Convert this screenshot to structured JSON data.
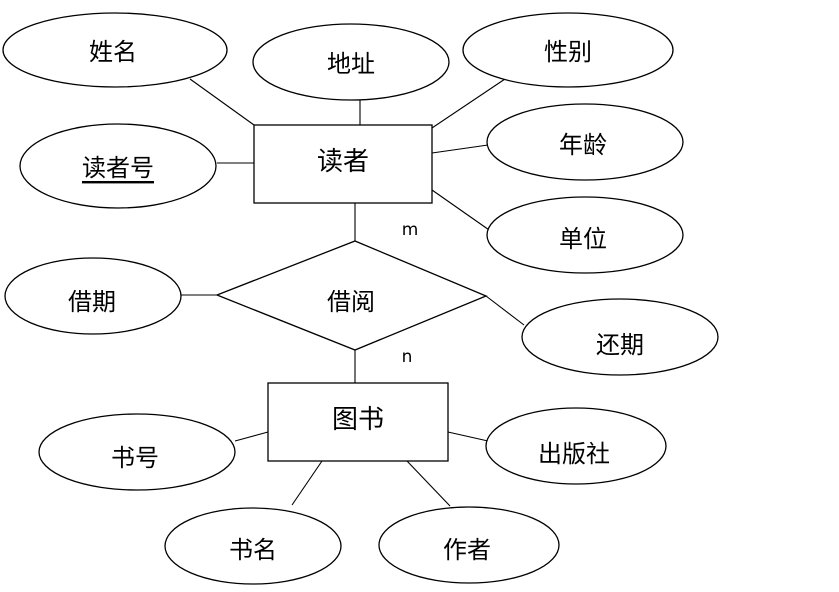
{
  "entities": {
    "reader": "读者",
    "book": "图书"
  },
  "relationship": {
    "borrow": "借阅"
  },
  "reader_attributes": {
    "name": "姓名",
    "address": "地址",
    "gender": "性别",
    "reader_id": "读者号",
    "age": "年龄",
    "unit": "单位"
  },
  "relationship_attributes": {
    "borrow_date": "借期",
    "return_date": "还期"
  },
  "book_attributes": {
    "book_id": "书号",
    "publisher": "出版社",
    "title": "书名",
    "author": "作者"
  },
  "cardinality": {
    "reader_side": "m",
    "book_side": "n"
  }
}
